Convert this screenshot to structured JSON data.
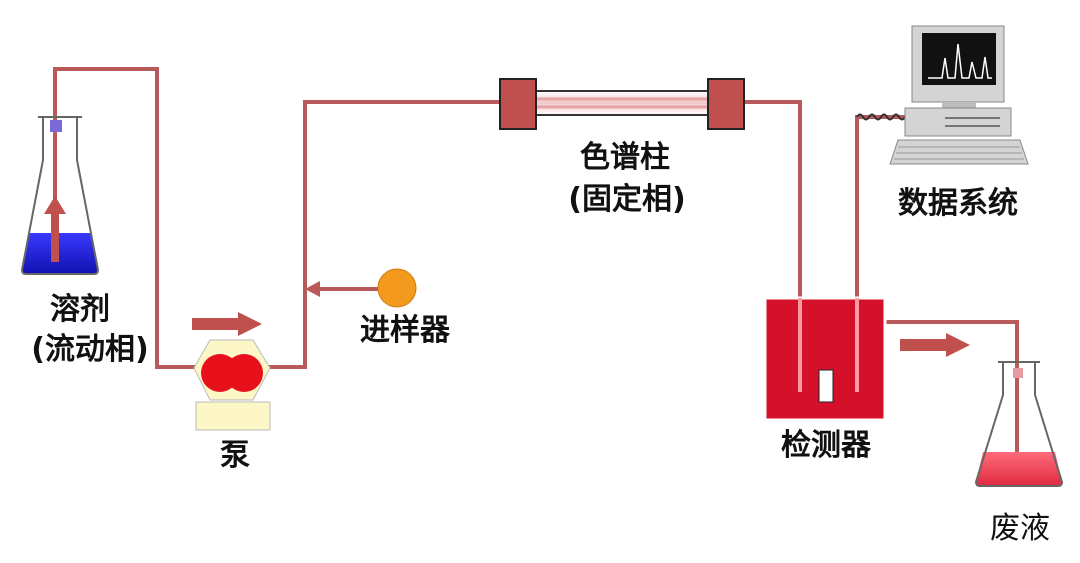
{
  "labels": {
    "solvent": "溶剂",
    "solvent_sub": "(流动相)",
    "pump": "泵",
    "injector": "进样器",
    "column": "色谱柱",
    "column_sub": "(固定相)",
    "detector": "检测器",
    "data_system": "数据系统",
    "waste": "废液"
  },
  "colors": {
    "tubing": "#b85a5a",
    "solvent_liquid": "#1b1bd6",
    "waste_liquid": "#e8475a",
    "pump_rotor": "#e8101a",
    "pump_body": "#fdf7c8",
    "injector": "#f39a1e",
    "column_end": "#c0504d",
    "detector_body": "#d5102a",
    "arrow": "#c0504d"
  },
  "icons": {
    "solvent_flask": "erlenmeyer-flask-icon",
    "waste_flask": "erlenmeyer-flask-icon",
    "computer": "computer-workstation-icon",
    "pump": "pump-icon",
    "injector": "injector-valve-icon",
    "column": "column-tube-icon",
    "detector": "detector-cell-icon"
  }
}
